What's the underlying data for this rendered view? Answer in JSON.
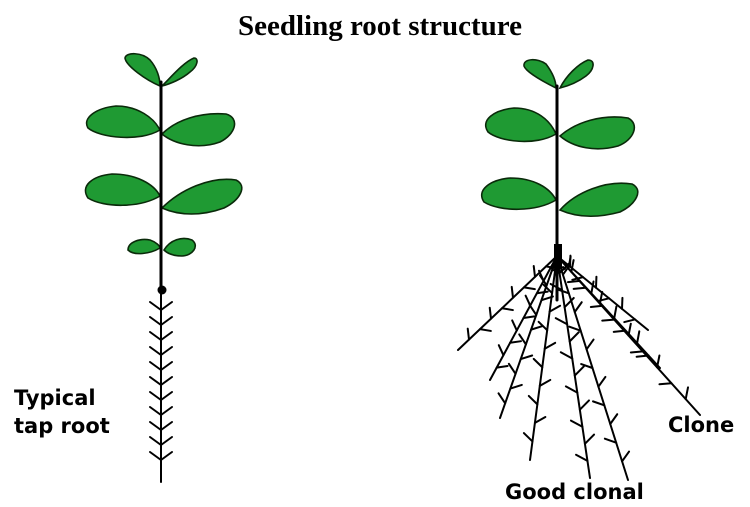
{
  "title": "Seedling root structure",
  "labels": {
    "typical_line1": "Typical",
    "typical_line2": "tap root",
    "clone": "Clone",
    "good_clonal": "Good clonal"
  },
  "colors": {
    "leaf": "#1f9a33",
    "outline": "#000000"
  }
}
